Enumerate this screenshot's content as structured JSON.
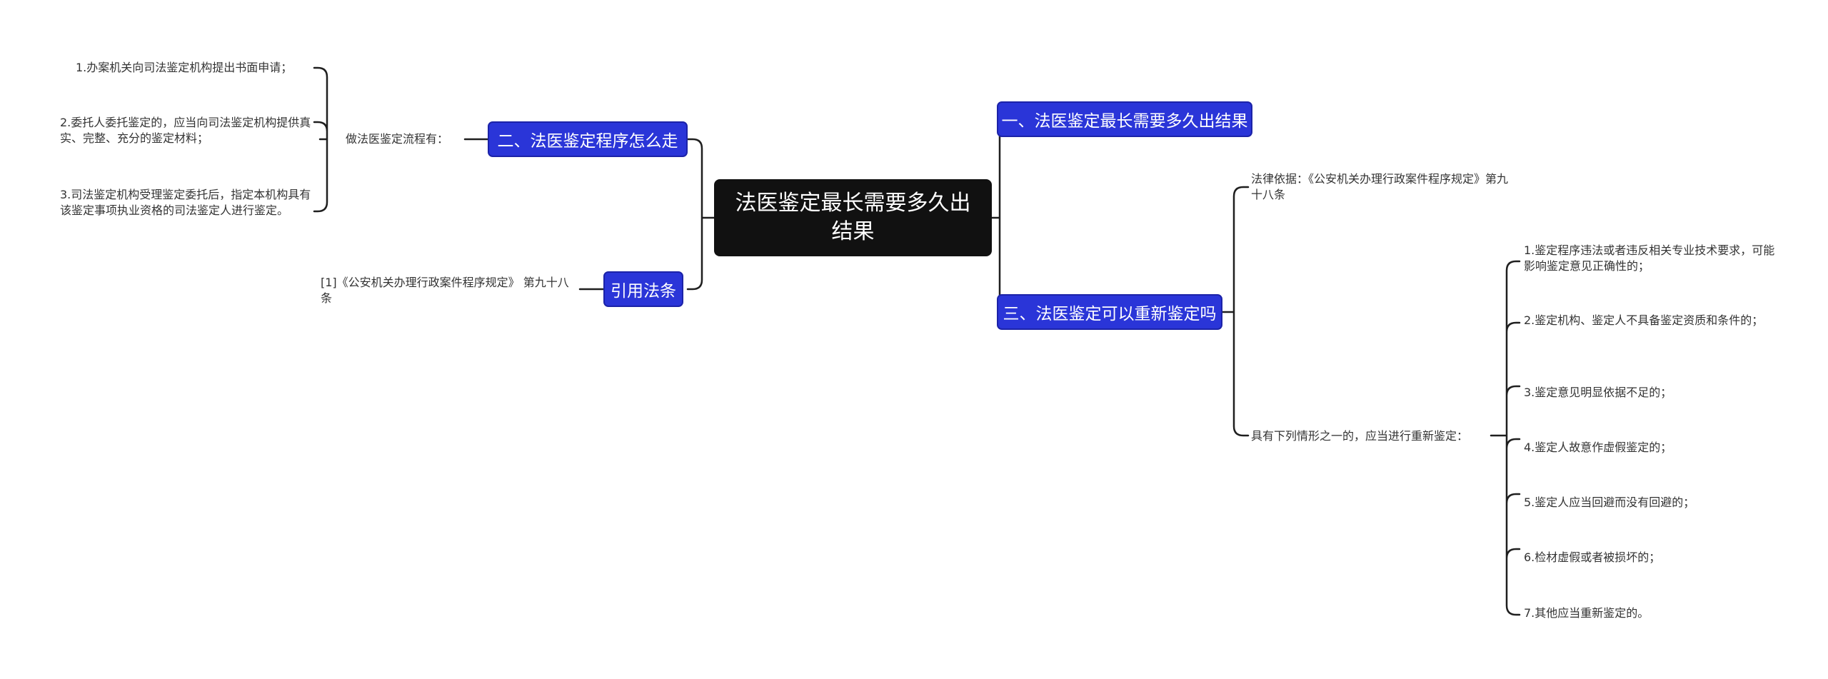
{
  "root": {
    "title": "法医鉴定最长需要多久出结果"
  },
  "topics": {
    "one": "一、法医鉴定最长需要多久出结果",
    "two": "二、法医鉴定程序怎么走",
    "three": "三、法医鉴定可以重新鉴定吗",
    "ref": "引用法条"
  },
  "branch_two": {
    "label": "做法医鉴定流程有：",
    "items": [
      "1.办案机关向司法鉴定机构提出书面申请；",
      "2.委托人委托鉴定的，应当向司法鉴定机构提供真实、完整、充分的鉴定材料；",
      "3.司法鉴定机构受理鉴定委托后，指定本机构具有该鉴定事项执业资格的司法鉴定人进行鉴定。"
    ]
  },
  "branch_ref": {
    "item": "[1]《公安机关办理行政案件程序规定》 第九十八条"
  },
  "branch_three": {
    "basis": "法律依据：《公安机关办理行政案件程序规定》第九十八条",
    "label": "具有下列情形之一的，应当进行重新鉴定：",
    "items": [
      "1.鉴定程序违法或者违反相关专业技术要求，可能影响鉴定意见正确性的；",
      "2.鉴定机构、鉴定人不具备鉴定资质和条件的；",
      "3.鉴定意见明显依据不足的；",
      "4.鉴定人故意作虚假鉴定的；",
      "5.鉴定人应当回避而没有回避的；",
      "6.检材虚假或者被损坏的；",
      "7.其他应当重新鉴定的。"
    ]
  }
}
